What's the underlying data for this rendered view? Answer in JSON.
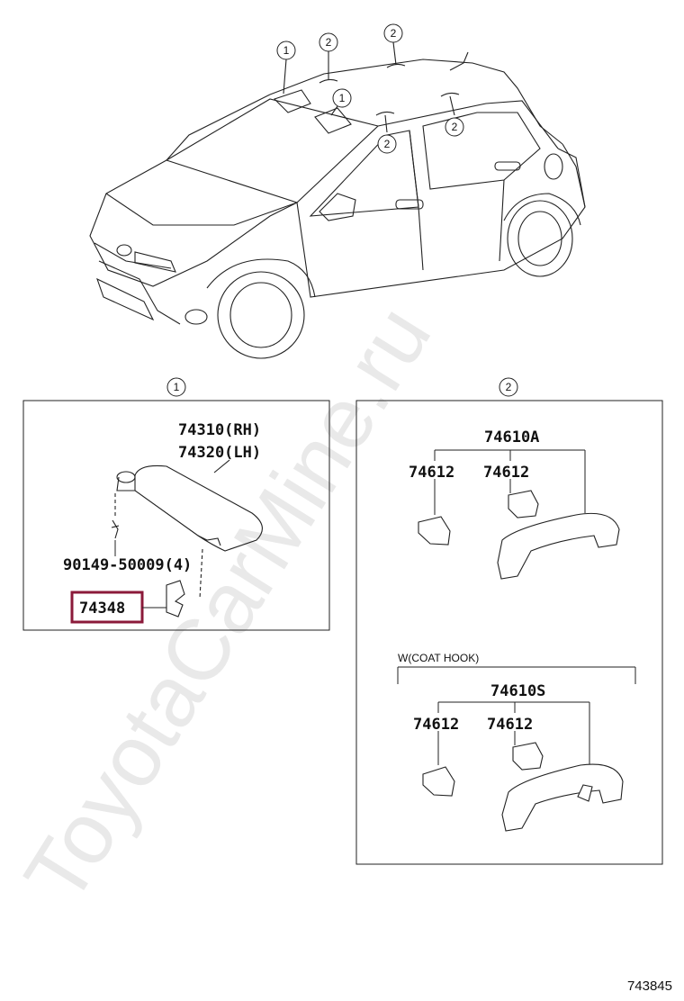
{
  "watermark": "ToyotaCarMine.ru",
  "overview": {
    "callouts": [
      "1",
      "2",
      "2",
      "1",
      "2",
      "2"
    ]
  },
  "panel1": {
    "marker": "1",
    "visor_rh": "74310(RH)",
    "visor_lh": "74320(LH)",
    "screw": "90149-50009(4)",
    "holder": "74348",
    "highlight_color": "#8b1a3a"
  },
  "panel2": {
    "marker": "2",
    "grip_a": "74610A",
    "cap_a1": "74612",
    "cap_a2": "74612",
    "variant_label": "W(COAT HOOK)",
    "grip_s": "74610S",
    "cap_s1": "74612",
    "cap_s2": "74612"
  },
  "footer": {
    "diagram_id": "743845"
  }
}
